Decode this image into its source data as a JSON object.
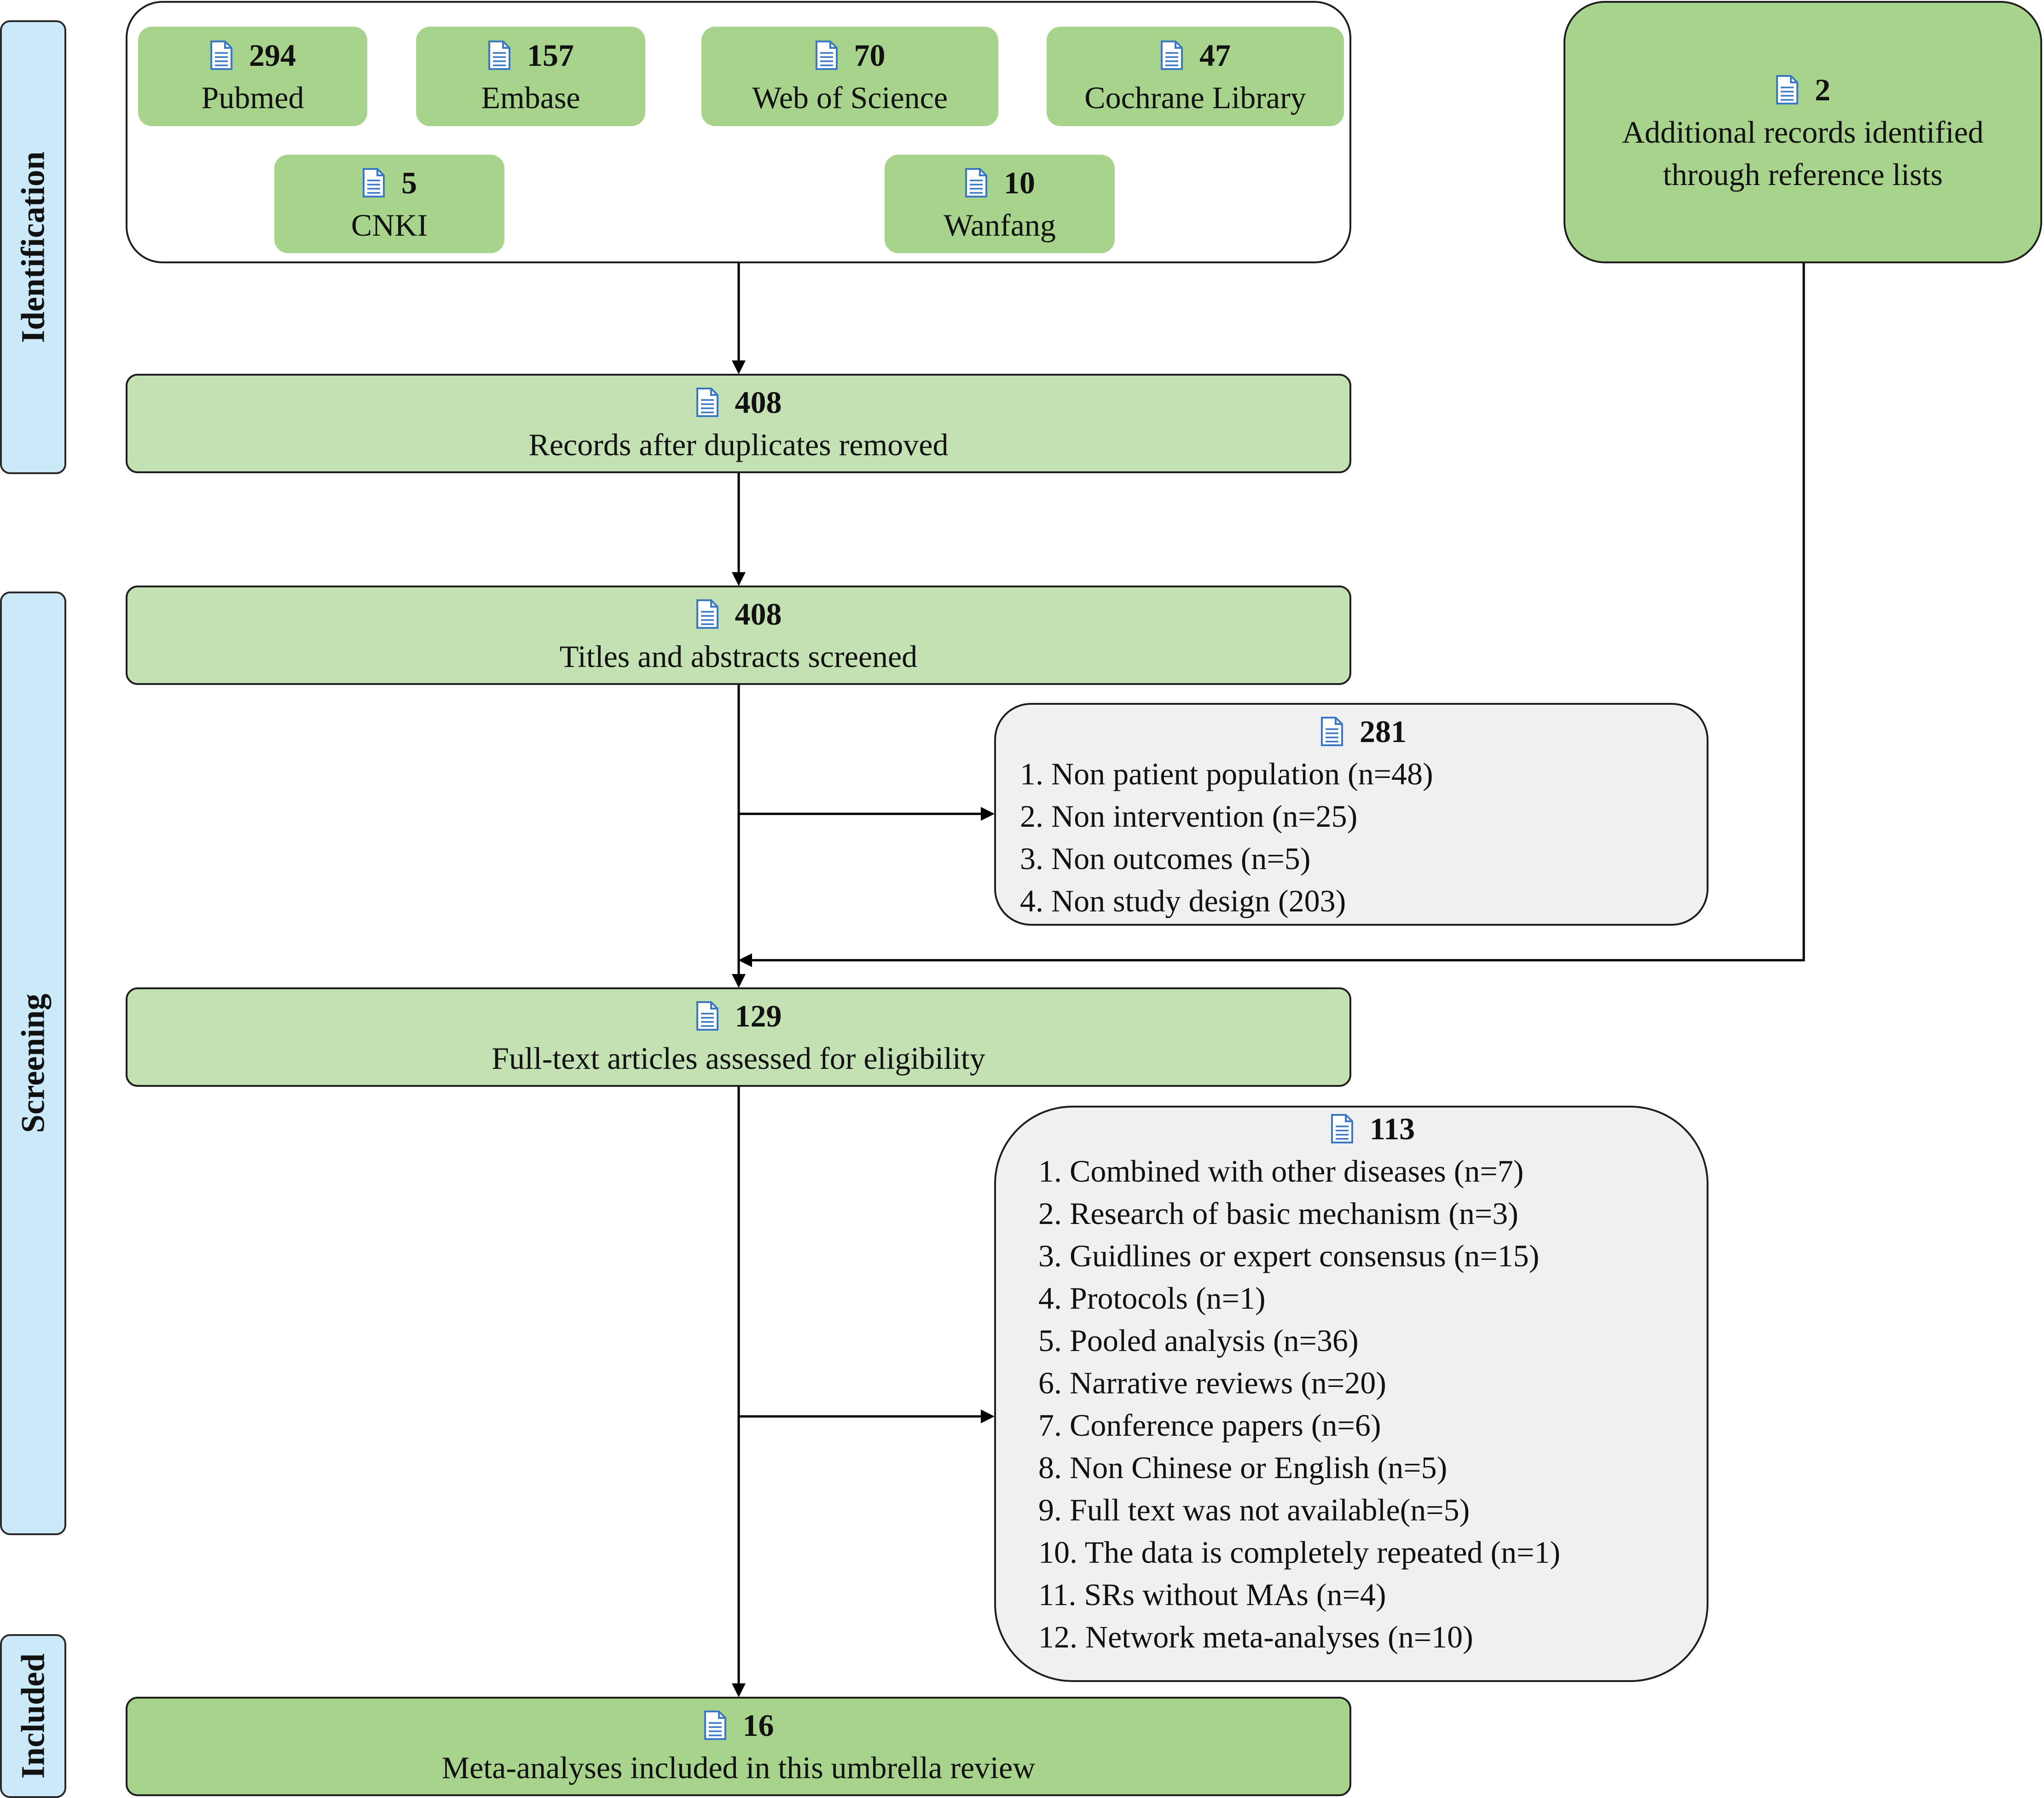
{
  "phases": {
    "identification": "Identification",
    "screening": "Screening",
    "included": "Included"
  },
  "sources": [
    {
      "count": "294",
      "label": "Pubmed"
    },
    {
      "count": "157",
      "label": "Embase"
    },
    {
      "count": "70",
      "label": "Web of Science"
    },
    {
      "count": "47",
      "label": "Cochrane Library"
    },
    {
      "count": "5",
      "label": "CNKI"
    },
    {
      "count": "10",
      "label": "Wanfang"
    }
  ],
  "additional": {
    "count": "2",
    "line1": "Additional records identified",
    "line2": "through reference lists"
  },
  "dedup": {
    "count": "408",
    "label": "Records after duplicates removed"
  },
  "screened": {
    "count": "408",
    "label": "Titles and abstracts screened"
  },
  "excluded1": {
    "count": "281",
    "items": [
      "1. Non patient population (n=48)",
      "2. Non intervention (n=25)",
      "3. Non outcomes (n=5)",
      "4. Non study design (203)"
    ]
  },
  "fulltext": {
    "count": "129",
    "label": "Full-text articles assessed for eligibility"
  },
  "excluded2": {
    "count": "113",
    "items": [
      "1. Combined with other diseases (n=7)",
      "2. Research of basic mechanism (n=3)",
      "3. Guidlines or expert consensus (n=15)",
      "4. Protocols (n=1)",
      "5. Pooled analysis (n=36)",
      "6. Narrative reviews (n=20)",
      "7. Conference papers (n=6)",
      "8. Non Chinese or English (n=5)",
      "9. Full text was not available(n=5)",
      "10. The data is completely repeated (n=1)",
      "11. SRs without MAs (n=4)",
      "12. Network meta-analyses (n=10)"
    ]
  },
  "included": {
    "count": "16",
    "label": "Meta-analyses included in this umbrella review"
  },
  "colors": {
    "phase_fill": "#cce9f9",
    "source_fill": "#a8d38c",
    "light_green": "#c4e1b4",
    "exclusion_fill": "#f0f0f0",
    "doc_icon": "#3b78c4"
  }
}
